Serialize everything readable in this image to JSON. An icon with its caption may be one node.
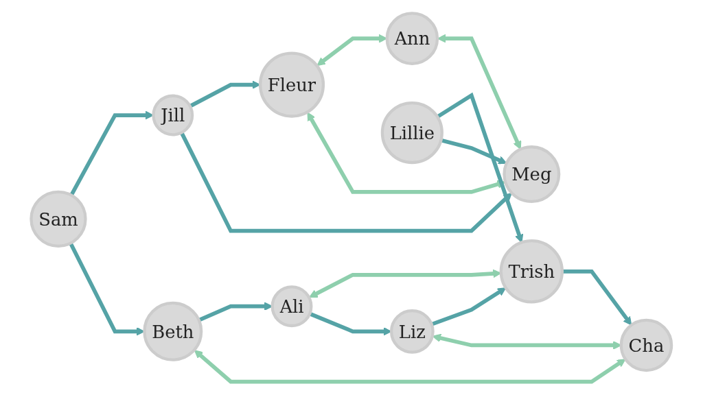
{
  "diagram": {
    "nodes": [
      {
        "text": [
          "Sam"
        ]
      },
      {
        "text": [
          "Jill"
        ]
      },
      {
        "text": [
          "Fleur"
        ]
      },
      {
        "text": [
          "Ann"
        ]
      },
      {
        "text": [
          "Ali"
        ]
      },
      {
        "text": [
          "Trish"
        ]
      },
      {
        "text": [
          "Lillie"
        ]
      },
      {
        "text": [
          "Meg"
        ]
      },
      {
        "text": [
          "Beth"
        ]
      },
      {
        "text": [
          "Liz"
        ]
      },
      {
        "text": [
          "Cha"
        ]
      }
    ],
    "edges": [
      {
        "from": 0,
        "to": 1,
        "arrow": "to"
      },
      {
        "from": 0,
        "to": 8,
        "arrow": "to"
      },
      {
        "from": 1,
        "to": 2,
        "arrow": "to"
      },
      {
        "from": 1,
        "to": 7,
        "arrow": "to"
      },
      {
        "from": 2,
        "to": 3,
        "arrow": "both",
        "color": "#8ecfad"
      },
      {
        "from": 2,
        "to": 7,
        "arrow": "both",
        "color": "#8ecfad"
      },
      {
        "from": 3,
        "to": 7,
        "arrow": "both",
        "color": "#8ecfad"
      },
      {
        "from": 4,
        "to": 5,
        "arrow": "both",
        "color": "#8ecfad"
      },
      {
        "from": 6,
        "to": 5,
        "arrow": "to"
      },
      {
        "from": 6,
        "to": 7,
        "arrow": "to"
      },
      {
        "from": 8,
        "to": 4,
        "arrow": "to"
      },
      {
        "from": 4,
        "to": 9,
        "arrow": "to"
      },
      {
        "from": 5,
        "to": 10,
        "arrow": "to"
      },
      {
        "from": 9,
        "to": 5,
        "arrow": "to"
      },
      {
        "from": 8,
        "to": 10,
        "arrow": "both",
        "color": "#8ecfad"
      },
      {
        "from": 9,
        "to": 10,
        "arrow": "both",
        "color": "#8ecfad"
      }
    ]
  }
}
